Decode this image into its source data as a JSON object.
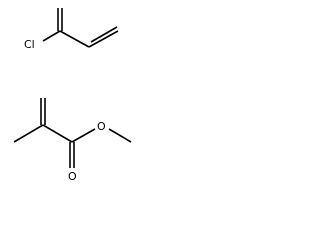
{
  "molecules": [
    {
      "atom_labels": {
        "chlorine": "Cl"
      }
    },
    {
      "atom_labels": {
        "carbonyl_oxygen": "O",
        "ester_oxygen": "O"
      }
    }
  ]
}
